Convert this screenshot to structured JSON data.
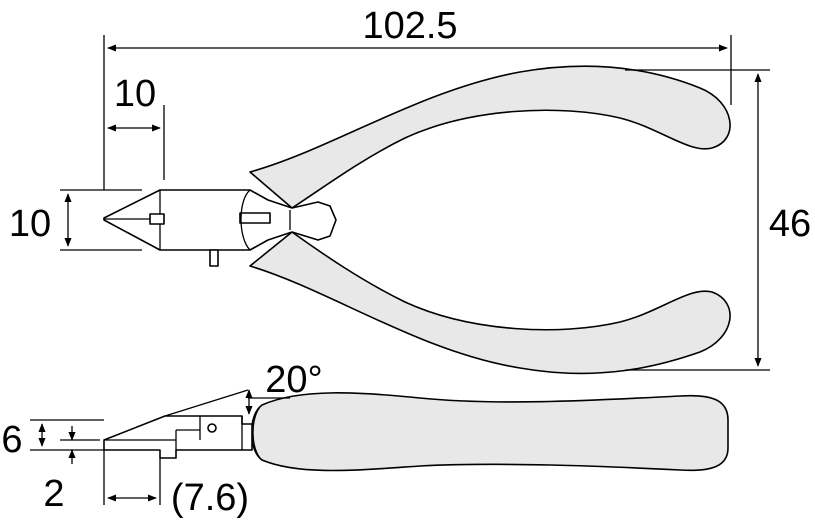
{
  "top_view": {
    "overall_length": "102.5",
    "jaw_length": "10",
    "jaw_height": "10",
    "overall_width": "46"
  },
  "side_view": {
    "blade_angle": "20°",
    "tip_height": "6",
    "tip_offset": "2",
    "head_length": "(7.6)"
  },
  "colors": {
    "handle_fill": "#e8e8e8",
    "outline": "#000000",
    "background": "#ffffff"
  }
}
